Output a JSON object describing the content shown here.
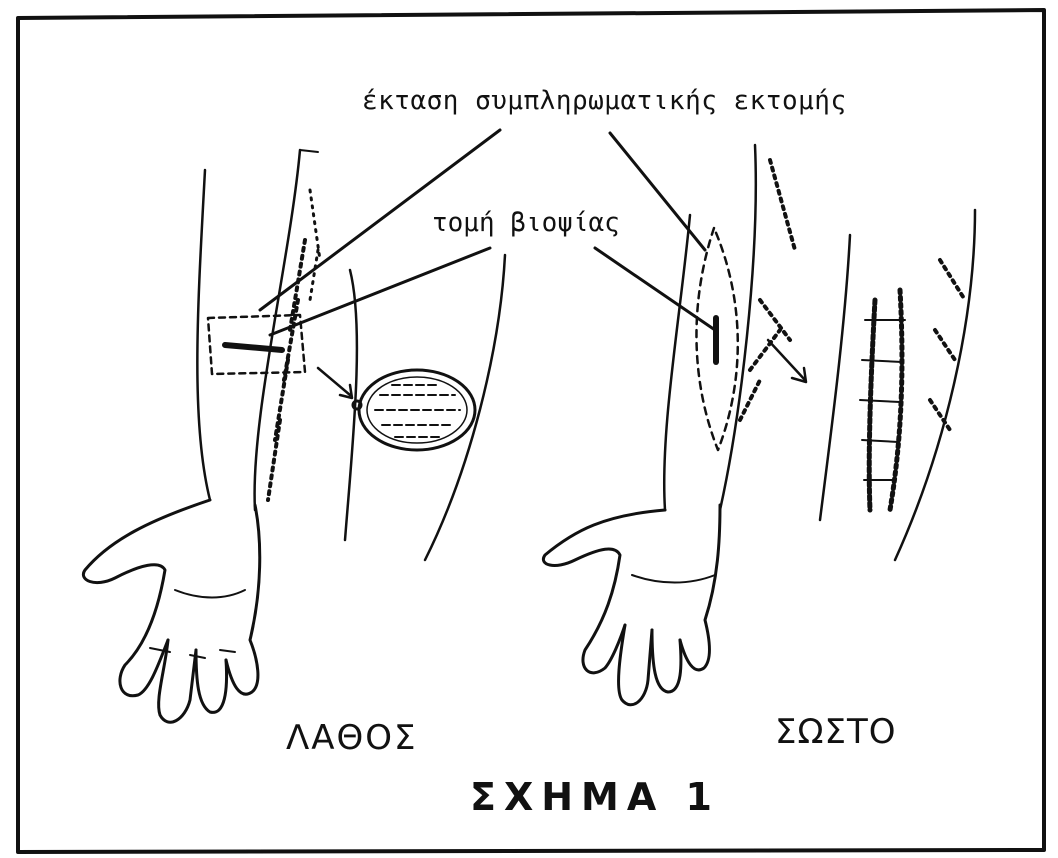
{
  "labels": {
    "excision_extent": "έκταση συμπληρωματικής εκτομής",
    "biopsy_incision": "τομή βιοψίας",
    "wrong": "ΛΑΘΟΣ",
    "correct": "ΣΩΣΤΟ",
    "figure_title": "ΣΧΗΜΑ 1"
  },
  "colors": {
    "ink": "#111111",
    "paper": "#ffffff"
  }
}
